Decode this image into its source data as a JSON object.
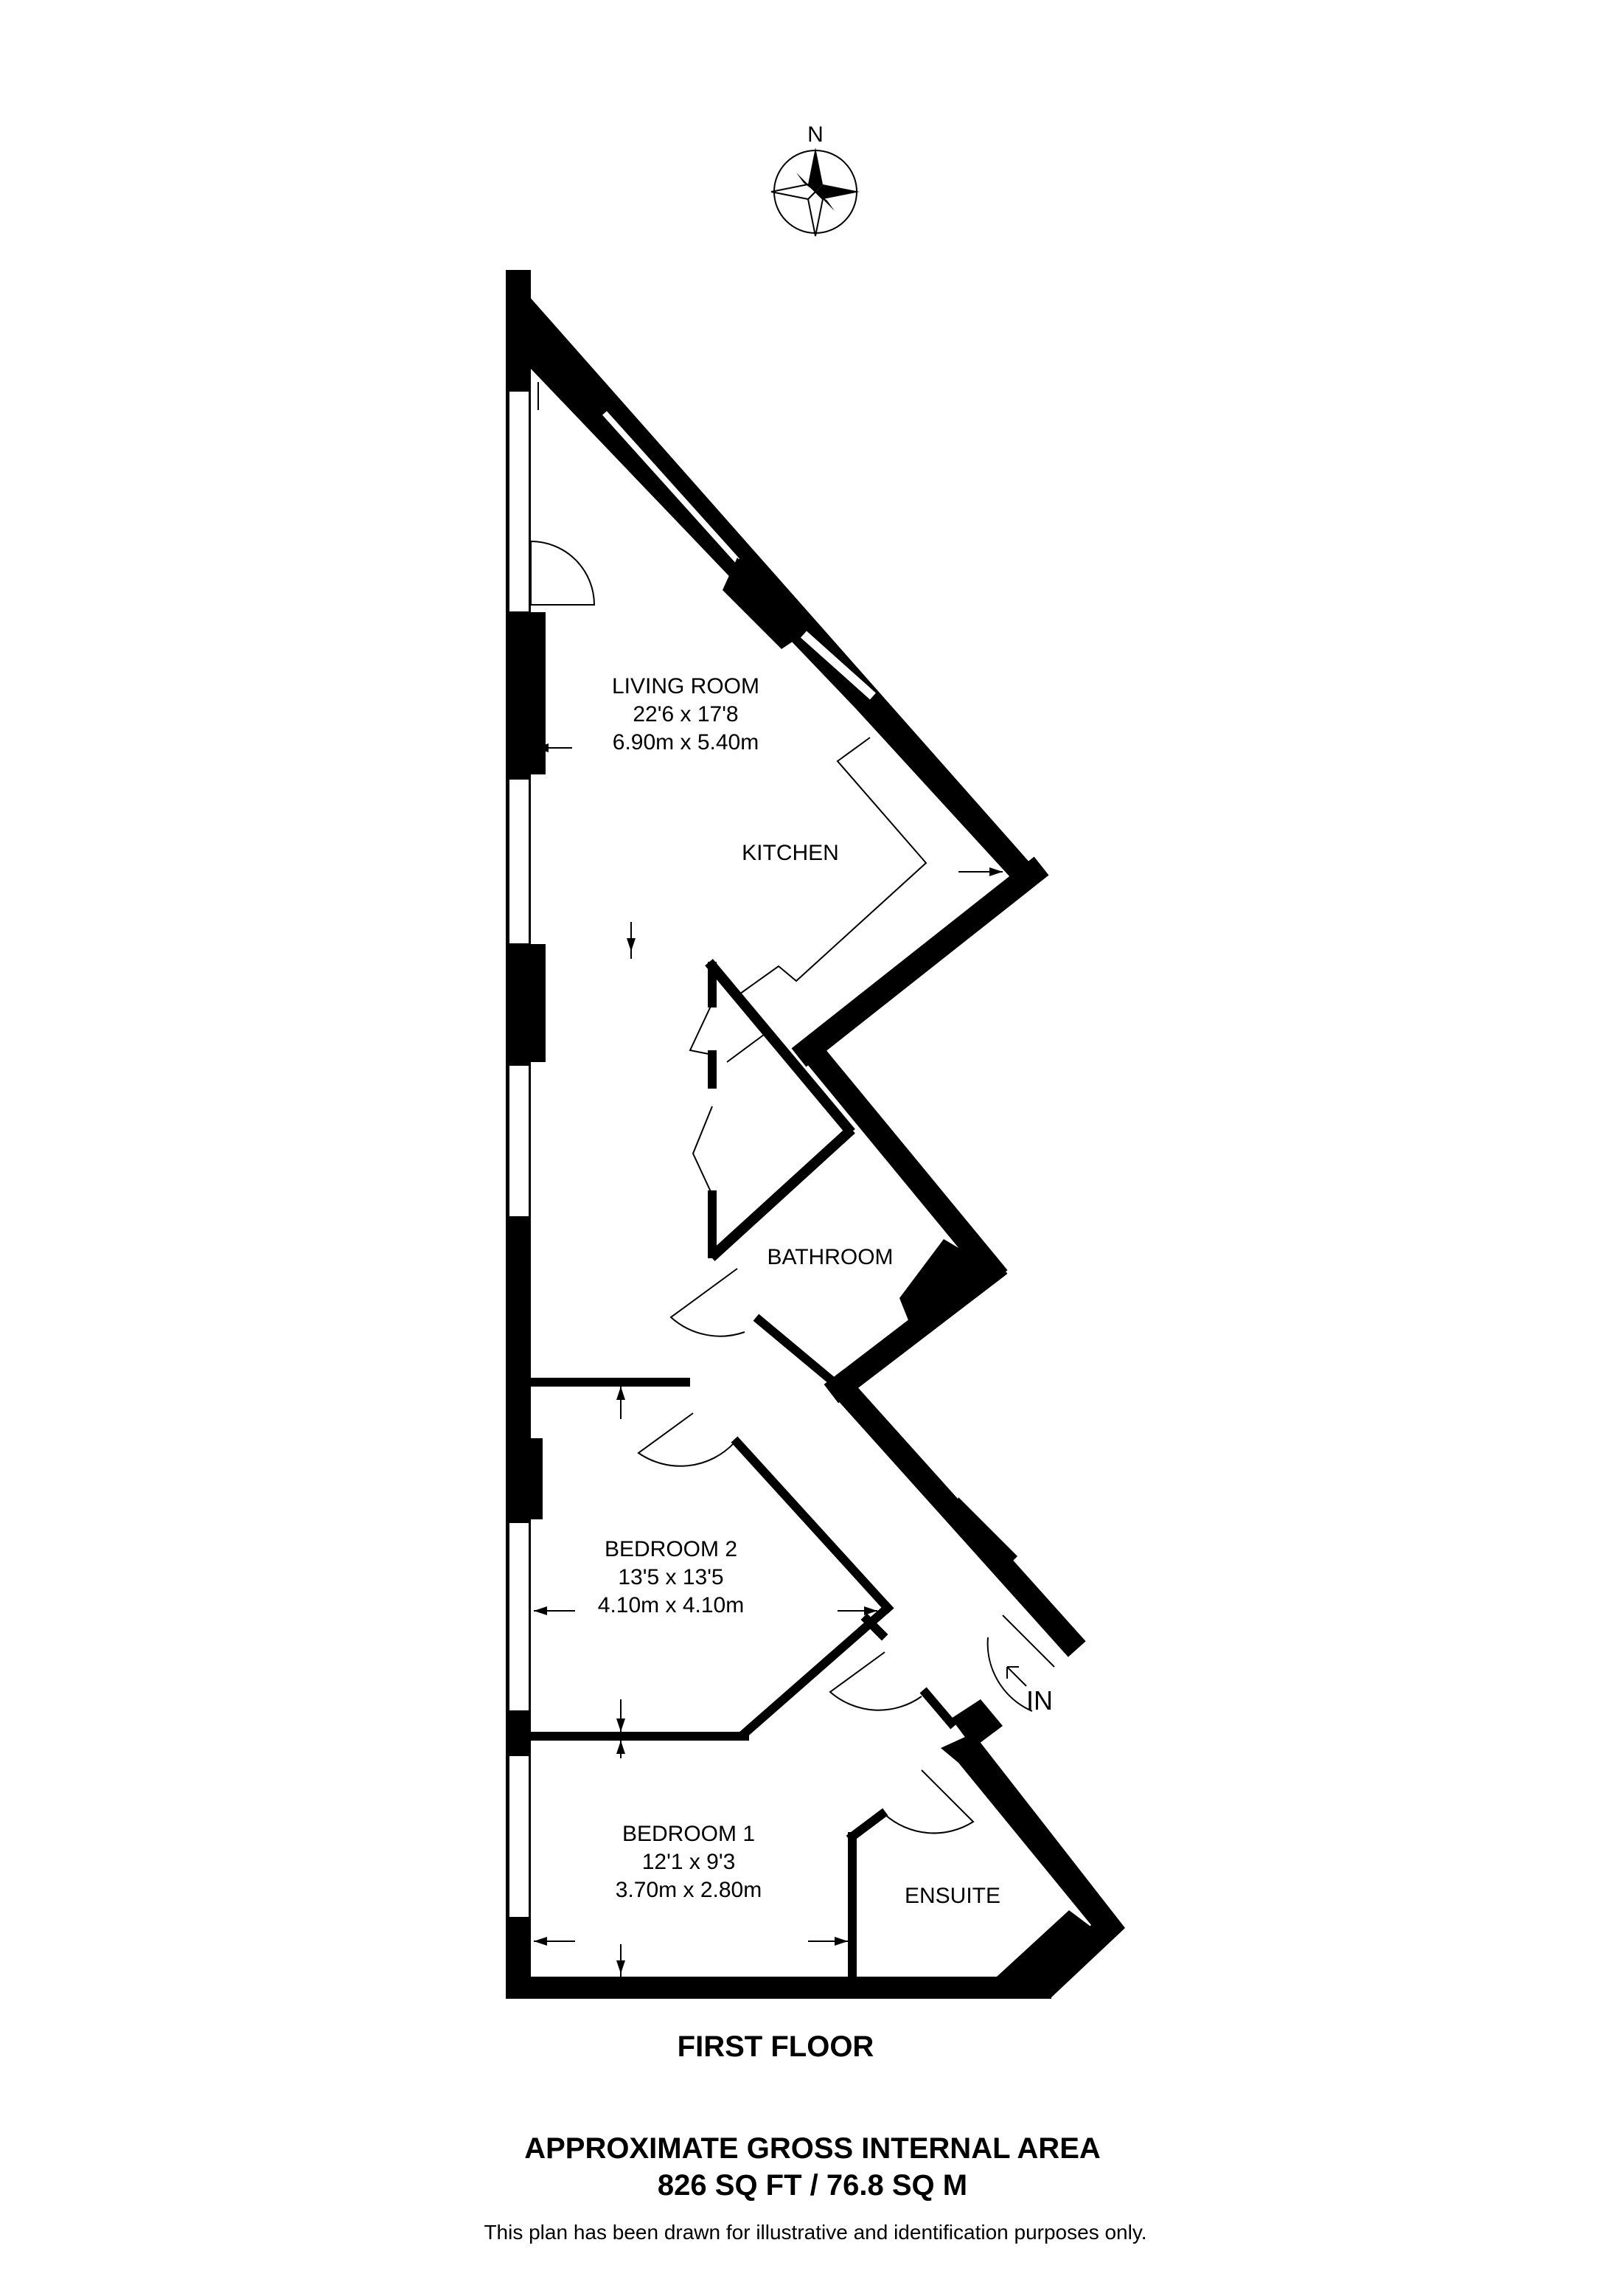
{
  "compass": {
    "north_label": "N",
    "icon": "compass-rose-icon"
  },
  "rooms": [
    {
      "name": "LIVING ROOM",
      "imperial": "22'6 x 17'8",
      "metric": "6.90m x 5.40m"
    },
    {
      "name": "KITCHEN"
    },
    {
      "name": "BATHROOM"
    },
    {
      "name": "BEDROOM 2",
      "imperial": "13'5 x 13'5",
      "metric": "4.10m x 4.10m"
    },
    {
      "name": "BEDROOM 1",
      "imperial": "12'1 x 9'3",
      "metric": "3.70m x 2.80m"
    },
    {
      "name": "ENSUITE"
    }
  ],
  "entrance_label": "IN",
  "floor_label": "FIRST FLOOR",
  "area": {
    "title": "APPROXIMATE GROSS INTERNAL AREA",
    "value": "826 SQ FT / 76.8 SQ M"
  },
  "disclaimer": "This plan has been drawn for illustrative and identification purposes only.",
  "colors": {
    "walls": "#000000",
    "background": "#ffffff"
  }
}
